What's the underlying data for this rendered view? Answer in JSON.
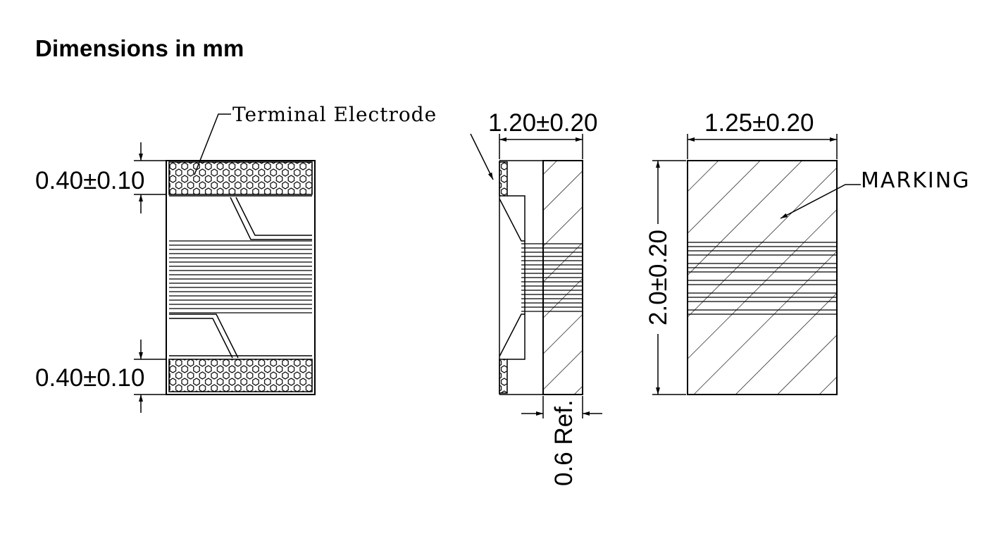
{
  "title": "Dimensions in mm",
  "labels": {
    "terminal_electrode": "Terminal Electrode",
    "marking": "MARKING"
  },
  "dimensions": {
    "terminal_top": "0.40±0.10",
    "terminal_bottom": "0.40±0.10",
    "side_width": "1.20±0.20",
    "side_ref": "0.6 Ref.",
    "top_width": "1.25±0.20",
    "length": "2.0±0.20"
  },
  "colors": {
    "line": "#000000",
    "background": "#ffffff"
  }
}
